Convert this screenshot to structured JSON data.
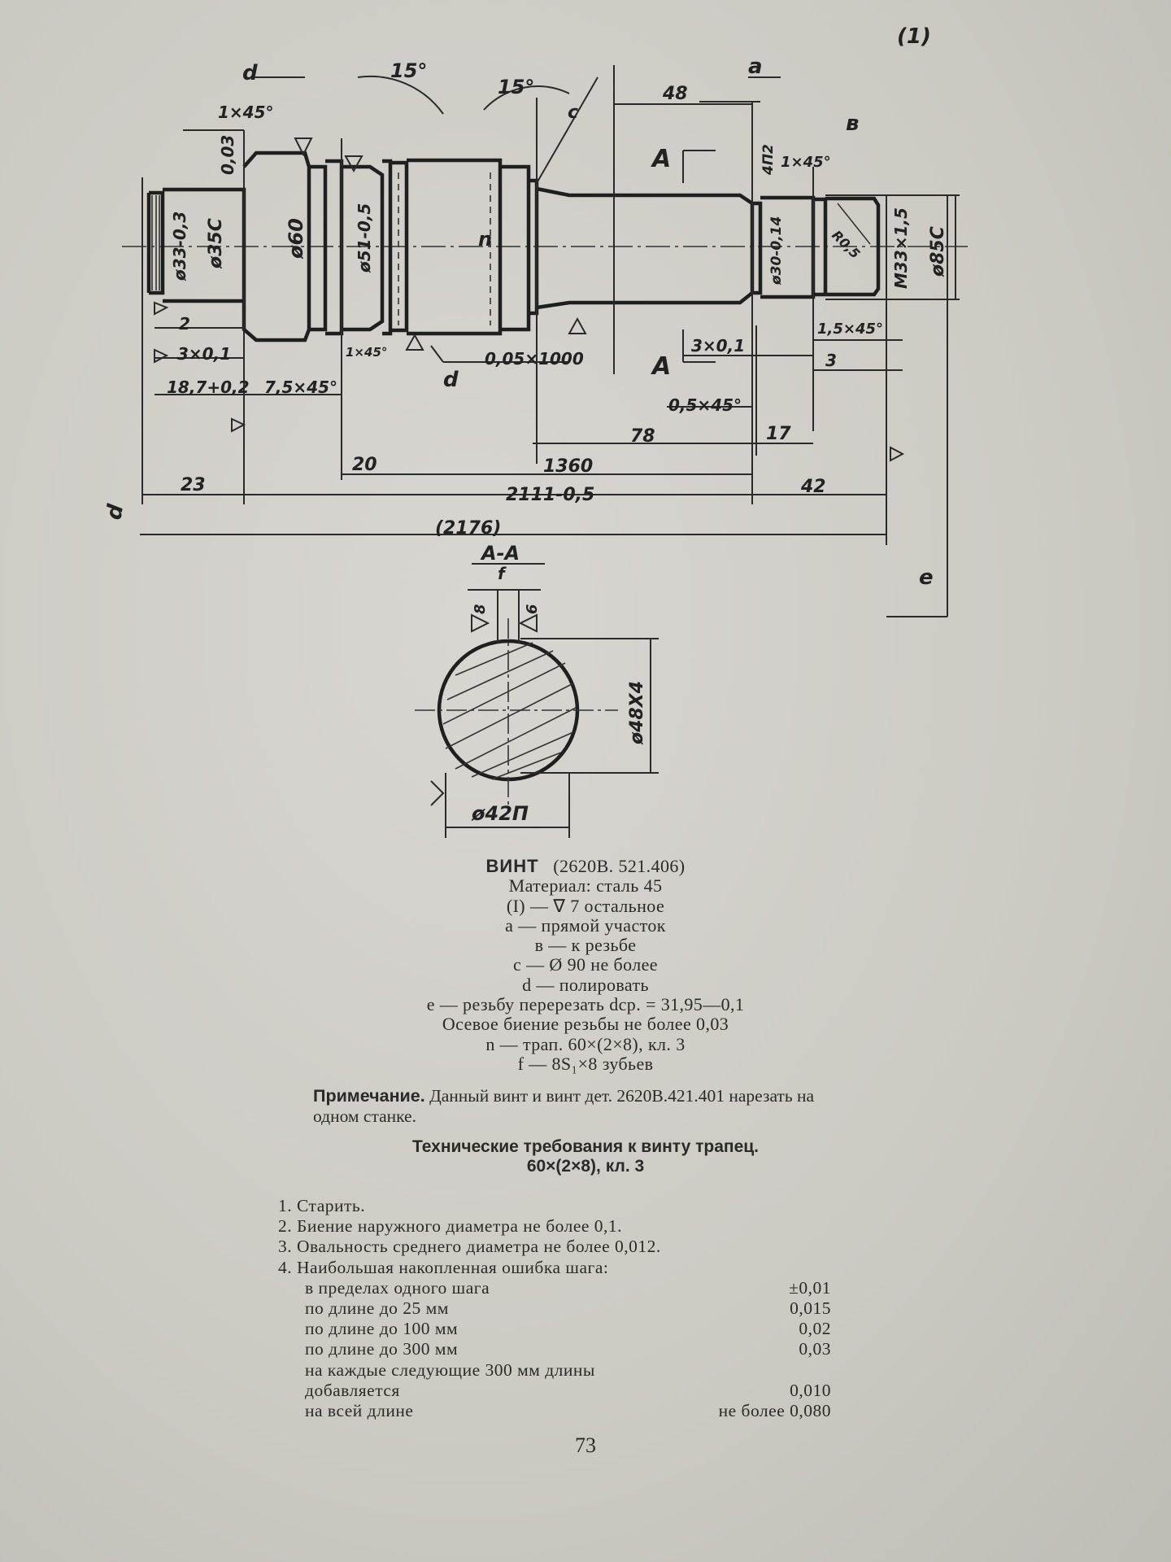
{
  "sheet_mark": "(1)",
  "drawing": {
    "labels": {
      "d_top": "d",
      "chamfer_1x45": "1×45°",
      "v003": "0,03",
      "angle15a": "15°",
      "angle15b": "15°",
      "c": "c",
      "a": "a",
      "dim48": "48",
      "b": "в",
      "A_top": "A",
      "A_bottom": "A",
      "d_left": "d",
      "d_bottom": "d",
      "e": "e",
      "n": "n",
      "d33": "ø33-0,3",
      "d35": "ø35С",
      "d60": "ø60",
      "d51": "ø51-0,5",
      "d30": "ø30-0,14",
      "m33": "М33×1,5",
      "d85": "ø85С",
      "r05": "R0,5",
      "v4p2": "4П2",
      "ch1x45r": "1×45°",
      "v2": "2",
      "v3x01": "3×0,1",
      "v18_7": "18,7+0,2",
      "v7_5x45": "7,5×45°",
      "v1x45s": "1×45°",
      "v05x1000": "0,05×1000",
      "v3x01r": "3×0,1",
      "v1_5x45": "1,5×45°",
      "v3": "3",
      "v05x45": "0,5×45°",
      "v78": "78",
      "v17": "17",
      "v20": "20",
      "v1360": "1360",
      "v23": "23",
      "v2111": "2111-0,5",
      "v42": "42",
      "v2176": "(2176)",
      "section": "А-А",
      "f": "f",
      "d48": "ø48Х4",
      "d42": "ø42П",
      "r6": "6",
      "r8": "8"
    }
  },
  "title": {
    "name": "ВИНТ",
    "code": "(2620В. 521.406)",
    "lines": [
      "Материал:  сталь  45",
      "(I) — ∇ 7   остальное",
      "а — прямой   участок",
      "в — к  резьбе",
      "c — Ø   90   не  более",
      "d — полировать",
      "e — резьбу   перерезать  dср. = 31,95—0,1",
      "Осевое  биение  резьбы  не  более  0,03",
      "n — трап.  60×(2×8),  кл.  3",
      "f — 8S₁×8   зубьев"
    ]
  },
  "note": {
    "label": "Примечание.",
    "text": " Данный винт и винт дет. 2620В.421.401 нарезать на одном станке."
  },
  "tech": {
    "title_line1": "Технические   требования   к   винту   трапец.",
    "title_line2": "60×(2×8),   кл.   3"
  },
  "requirements": {
    "r1": "1.  Старить.",
    "r2": "2.  Биение наружного диаметра не более 0,1.",
    "r3": "3.  Овальность среднего диаметра не более 0,012.",
    "r4": "4.  Наибольшая накопленная ошибка шага:",
    "sub": [
      {
        "label": "в пределах одного шага",
        "value": "±0,01"
      },
      {
        "label": "по длине до 25 мм",
        "value": "0,015"
      },
      {
        "label": "по длине до 100 мм",
        "value": "0,02"
      },
      {
        "label": "по длине до 300 мм",
        "value": "0,03"
      },
      {
        "label": "на каждые следующие 300 мм длины",
        "value": ""
      },
      {
        "label": "добавляется",
        "value": "0,010"
      },
      {
        "label": "на всей длине",
        "value": "не более 0,080"
      }
    ]
  },
  "page_number": "73"
}
